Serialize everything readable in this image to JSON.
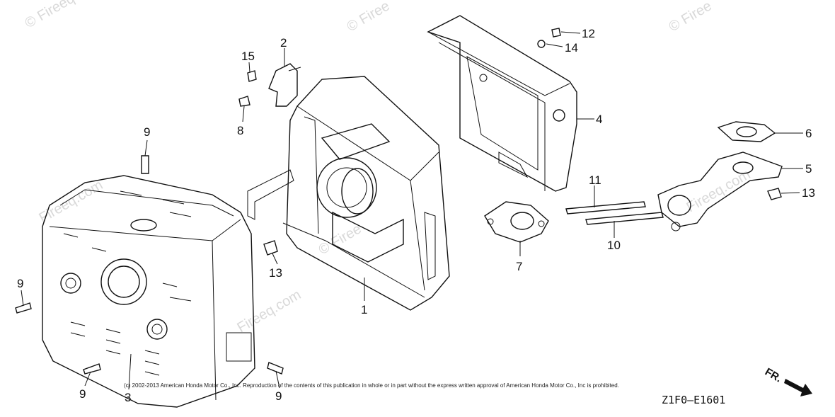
{
  "watermarks": [
    "© Fireeq",
    "© Firee",
    "© Firee",
    "Fireeq.com",
    "© Firee",
    "Fireeq.com",
    "Fireeq.com"
  ],
  "callouts": [
    {
      "id": "c2",
      "text": "2"
    },
    {
      "id": "c15",
      "text": "15"
    },
    {
      "id": "c8",
      "text": "8"
    },
    {
      "id": "c12",
      "text": "12"
    },
    {
      "id": "c14",
      "text": "14"
    },
    {
      "id": "c4",
      "text": "4"
    },
    {
      "id": "c6",
      "text": "6"
    },
    {
      "id": "c5",
      "text": "5"
    },
    {
      "id": "c13a",
      "text": "13"
    },
    {
      "id": "c11",
      "text": "11"
    },
    {
      "id": "c10",
      "text": "10"
    },
    {
      "id": "c7",
      "text": "7"
    },
    {
      "id": "c13b",
      "text": "13"
    },
    {
      "id": "c1",
      "text": "1"
    },
    {
      "id": "c9a",
      "text": "9"
    },
    {
      "id": "c9b",
      "text": "9"
    },
    {
      "id": "c9c",
      "text": "9"
    },
    {
      "id": "c9d",
      "text": "9"
    },
    {
      "id": "c3",
      "text": "3"
    }
  ],
  "copyright": "(c) 2002-2013 American Honda Motor Co., Inc. Reproduction of the contents of this publication in whole or in part without the express written approval of American Honda Motor Co., Inc is prohibited.",
  "diagram_code": "Z1F0—E1601",
  "direction_label": "FR."
}
